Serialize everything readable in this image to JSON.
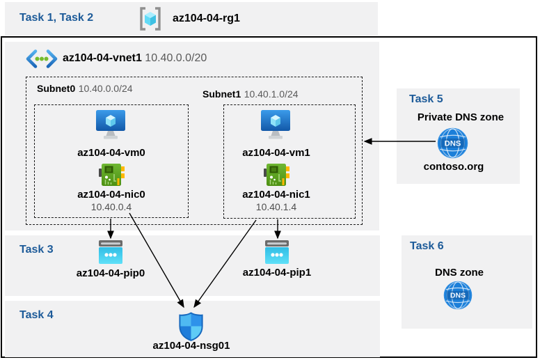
{
  "colors": {
    "accent_blue": "#1d5b99",
    "band_gray": "#f1f1f2",
    "arrow_black": "#000000",
    "pip_cyan": "#3ec6e8",
    "nic_green": "#5fa51f",
    "dns_blue": "#1b7fd9"
  },
  "header": {
    "tasks_label": "Task 1, Task 2",
    "resource_group": "az104-04-rg1"
  },
  "vnet": {
    "name": "az104-04-vnet1",
    "cidr": "10.40.0.0/20",
    "subnets": [
      {
        "name": "Subnet0",
        "cidr": "10.40.0.0/24",
        "vm": "az104-04-vm0",
        "nic": "az104-04-nic0",
        "ip": "10.40.0.4"
      },
      {
        "name": "Subnet1",
        "cidr": "10.40.1.0/24",
        "vm": "az104-04-vm1",
        "nic": "az104-04-nic1",
        "ip": "10.40.1.4"
      }
    ]
  },
  "task3": {
    "label": "Task 3",
    "pip0": "az104-04-pip0",
    "pip1": "az104-04-pip1"
  },
  "task4": {
    "label": "Task 4",
    "nsg": "az104-04-nsg01"
  },
  "task5": {
    "label": "Task 5",
    "title": "Private DNS zone",
    "zone": "contoso.org"
  },
  "task6": {
    "label": "Task 6",
    "title": "DNS zone"
  },
  "icons": {
    "dns_text": "DNS"
  }
}
